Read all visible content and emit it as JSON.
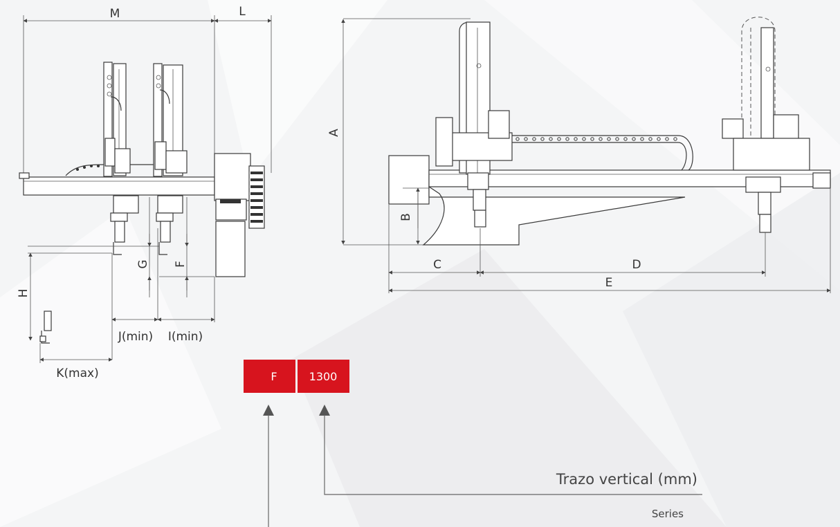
{
  "dimensions": {
    "M": "M",
    "L": "L",
    "A": "A",
    "B": "B",
    "C": "C",
    "D": "D",
    "E": "E",
    "F": "F",
    "G": "G",
    "H": "H",
    "J": "J(min)",
    "I": "I(min)",
    "K": "K(max)"
  },
  "model_code": {
    "series_code": "F",
    "stroke_code": "1300",
    "color": "#d7141e"
  },
  "legend": {
    "vertical_stroke": "Trazo vertical (mm)",
    "series": "Series"
  }
}
